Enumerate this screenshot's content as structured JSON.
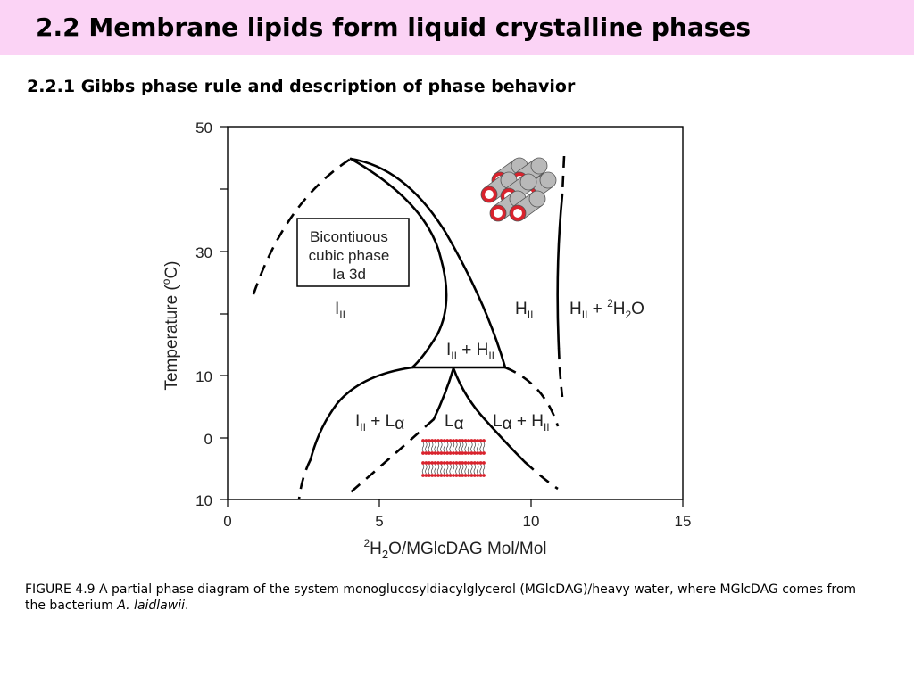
{
  "header": {
    "title": "2.2 Membrane lipids form liquid crystalline phases",
    "background_color": "#fbd3f5"
  },
  "section": {
    "subtitle": "2.2.1 Gibbs phase rule and description of phase behavior"
  },
  "figure": {
    "x_axis": {
      "label_pre": "2",
      "label_main": "H",
      "label_sub": "2",
      "label_post": "O/MGlcDAG Mol/Mol",
      "ticks": [
        "0",
        "5",
        "10",
        "15"
      ]
    },
    "y_axis": {
      "label_main": "Temperature (",
      "label_sup": "o",
      "label_post": "C)",
      "ticks": [
        "50",
        "30",
        "10",
        "0",
        "10"
      ]
    },
    "box": {
      "line1": "Bicontiuous",
      "line2": "cubic phase",
      "line3": "Ia 3d"
    },
    "regions": {
      "i2_main": "I",
      "i2_sub": "II",
      "h2_main": "H",
      "h2_sub": "II",
      "h2_water_main": "H",
      "h2_water_sub": "II",
      "h2_water_plus": " + ",
      "h2_water_sup": "2",
      "h2_water_h": "H",
      "h2_water_sub2": "2",
      "h2_water_o": "O",
      "i2h2_i": "I",
      "i2h2_i_sub": "II",
      "i2h2_plus": " + H",
      "i2h2_h_sub": "II",
      "i2la_i": "I",
      "i2la_i_sub": "II",
      "i2la_plus": " + L",
      "i2la_alpha": "α",
      "la_main": "L",
      "la_alpha": "α",
      "lah2_l": "L",
      "lah2_alpha": "α",
      "lah2_plus": " + H",
      "lah2_h_sub": "II"
    },
    "colors": {
      "cylinder_fill": "#b9b9b9",
      "cylinder_ring": "#d9232d",
      "bilayer_head": "#d9232d"
    }
  },
  "caption": {
    "text": "FIGURE 4.9  A partial phase diagram of the system monoglucosyldiacylglycerol (MGlcDAG)/heavy water, where MGlcDAG comes from the bacterium ",
    "species": "A. laidlawii",
    "end": "."
  }
}
